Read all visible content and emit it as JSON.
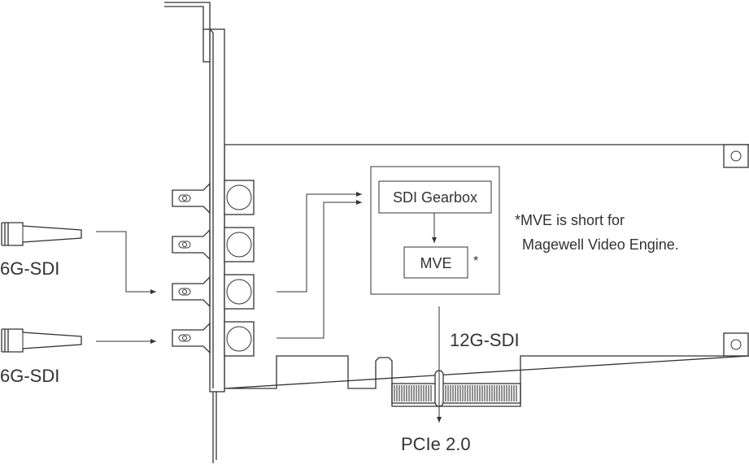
{
  "labels": {
    "input_top": "6G-SDI",
    "input_bottom": "6G-SDI",
    "gearbox": "SDI Gearbox",
    "mve": "MVE",
    "mve_star": "*",
    "note_line1": "*MVE is short for",
    "note_line2": "Magewell Video Engine.",
    "output_signal": "12G-SDI",
    "bus": "PCIe 2.0"
  },
  "colors": {
    "line": "#333333",
    "background": "#ffffff"
  }
}
